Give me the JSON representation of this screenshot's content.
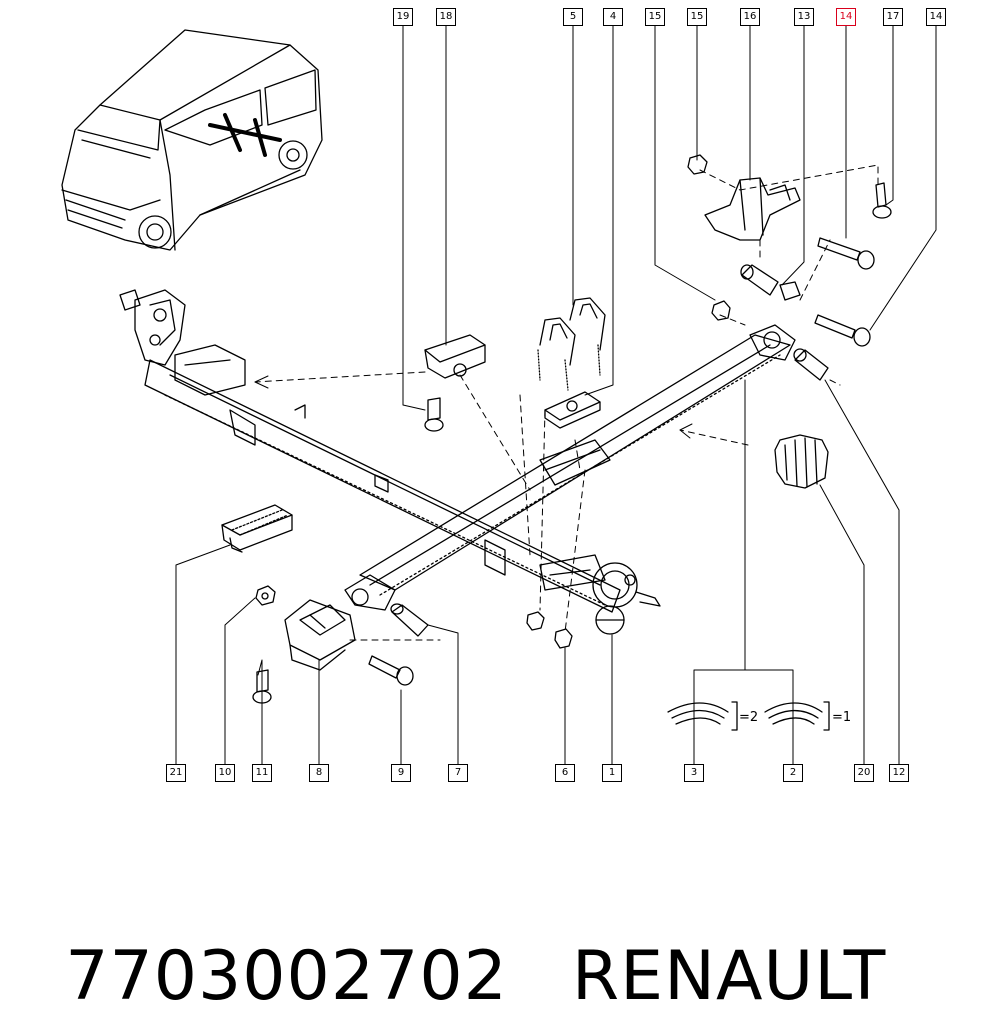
{
  "callouts_top": [
    "19",
    "18",
    "5",
    "4",
    "15",
    "15",
    "16",
    "13",
    "14",
    "17",
    "14"
  ],
  "callouts_bottom": [
    "21",
    "10",
    "11",
    "8",
    "9",
    "7",
    "6",
    "1",
    "3",
    "2",
    "20",
    "12"
  ],
  "highlighted_callout": "14",
  "qty_notes": {
    "left": "=2",
    "right": "=1"
  },
  "part_number": "7703002702",
  "brand": "RENAULT",
  "colors": {
    "line": "#000000",
    "highlight": "#d9001b",
    "background": "#ffffff"
  }
}
